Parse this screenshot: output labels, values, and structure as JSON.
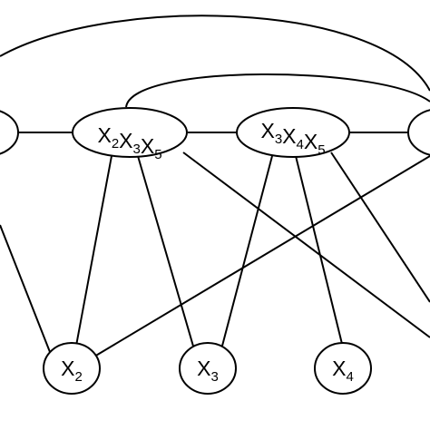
{
  "colors": {
    "stroke": "#000000",
    "background": "#ffffff"
  },
  "nodes": [
    {
      "id": "partial-left",
      "parts": []
    },
    {
      "id": "x2x3x5",
      "parts": [
        {
          "base": "X",
          "sub": "2"
        },
        {
          "base": "X",
          "sub": "3"
        },
        {
          "base": "X",
          "sub": "5"
        }
      ]
    },
    {
      "id": "x3x4x5",
      "parts": [
        {
          "base": "X",
          "sub": "3"
        },
        {
          "base": "X",
          "sub": "4"
        },
        {
          "base": "X",
          "sub": "5"
        }
      ]
    },
    {
      "id": "partial-right",
      "parts": []
    },
    {
      "id": "x2",
      "parts": [
        {
          "base": "X",
          "sub": "2"
        }
      ]
    },
    {
      "id": "x3",
      "parts": [
        {
          "base": "X",
          "sub": "3"
        }
      ]
    },
    {
      "id": "x4",
      "parts": [
        {
          "base": "X",
          "sub": "4"
        }
      ]
    }
  ],
  "edges": [
    {
      "from": "partial-left",
      "to": "x2x3x5"
    },
    {
      "from": "x2x3x5",
      "to": "x3x4x5"
    },
    {
      "from": "x3x4x5",
      "to": "partial-right"
    },
    {
      "from": "x2x3x5",
      "to": "x2"
    },
    {
      "from": "x2x3x5",
      "to": "x3"
    },
    {
      "from": "x3x4x5",
      "to": "x3"
    },
    {
      "from": "x3x4x5",
      "to": "x4"
    },
    {
      "from": "partial-left",
      "to": "x2"
    },
    {
      "from": "x2",
      "to": "partial-right"
    },
    {
      "from": "x2x3x5",
      "to": "offscreen-right"
    },
    {
      "from": "x3x4x5",
      "to": "offscreen-right"
    },
    {
      "from": "partial-left",
      "to": "partial-right",
      "shape": "arc-top"
    },
    {
      "from": "x2x3x5",
      "to": "partial-right",
      "shape": "arc-mid"
    }
  ]
}
